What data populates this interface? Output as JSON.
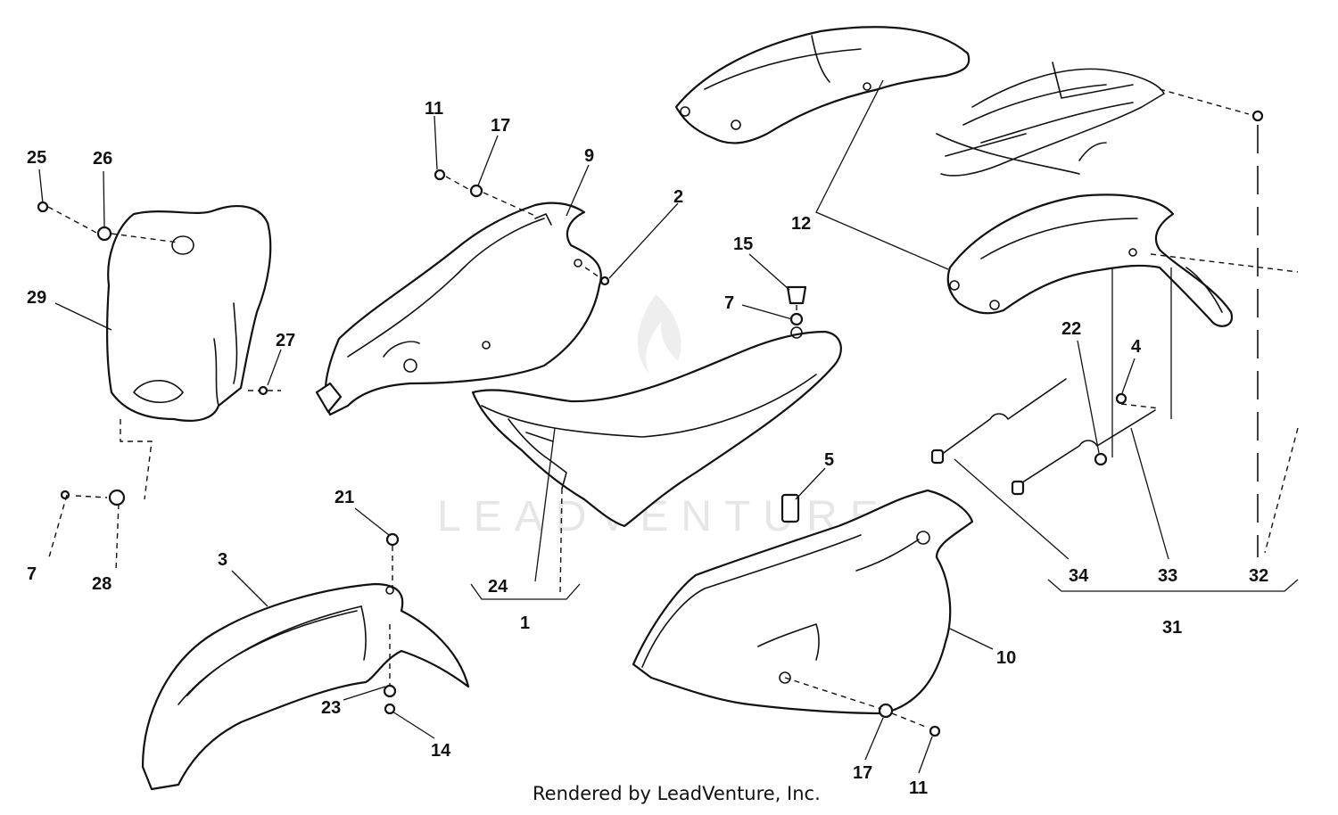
{
  "watermark": "LEADVENTURE",
  "footer": "Rendered by LeadVenture, Inc.",
  "callouts": {
    "c1": "1",
    "c2": "2",
    "c3": "3",
    "c4": "4",
    "c5": "5",
    "c7a": "7",
    "c7b": "7",
    "c9": "9",
    "c10": "10",
    "c11a": "11",
    "c11b": "11",
    "c12": "12",
    "c14": "14",
    "c15": "15",
    "c17a": "17",
    "c17b": "17",
    "c21": "21",
    "c22": "22",
    "c23": "23",
    "c24": "24",
    "c25": "25",
    "c26": "26",
    "c27": "27",
    "c28": "28",
    "c29": "29",
    "c31": "31",
    "c32": "32",
    "c33": "33",
    "c34": "34"
  }
}
